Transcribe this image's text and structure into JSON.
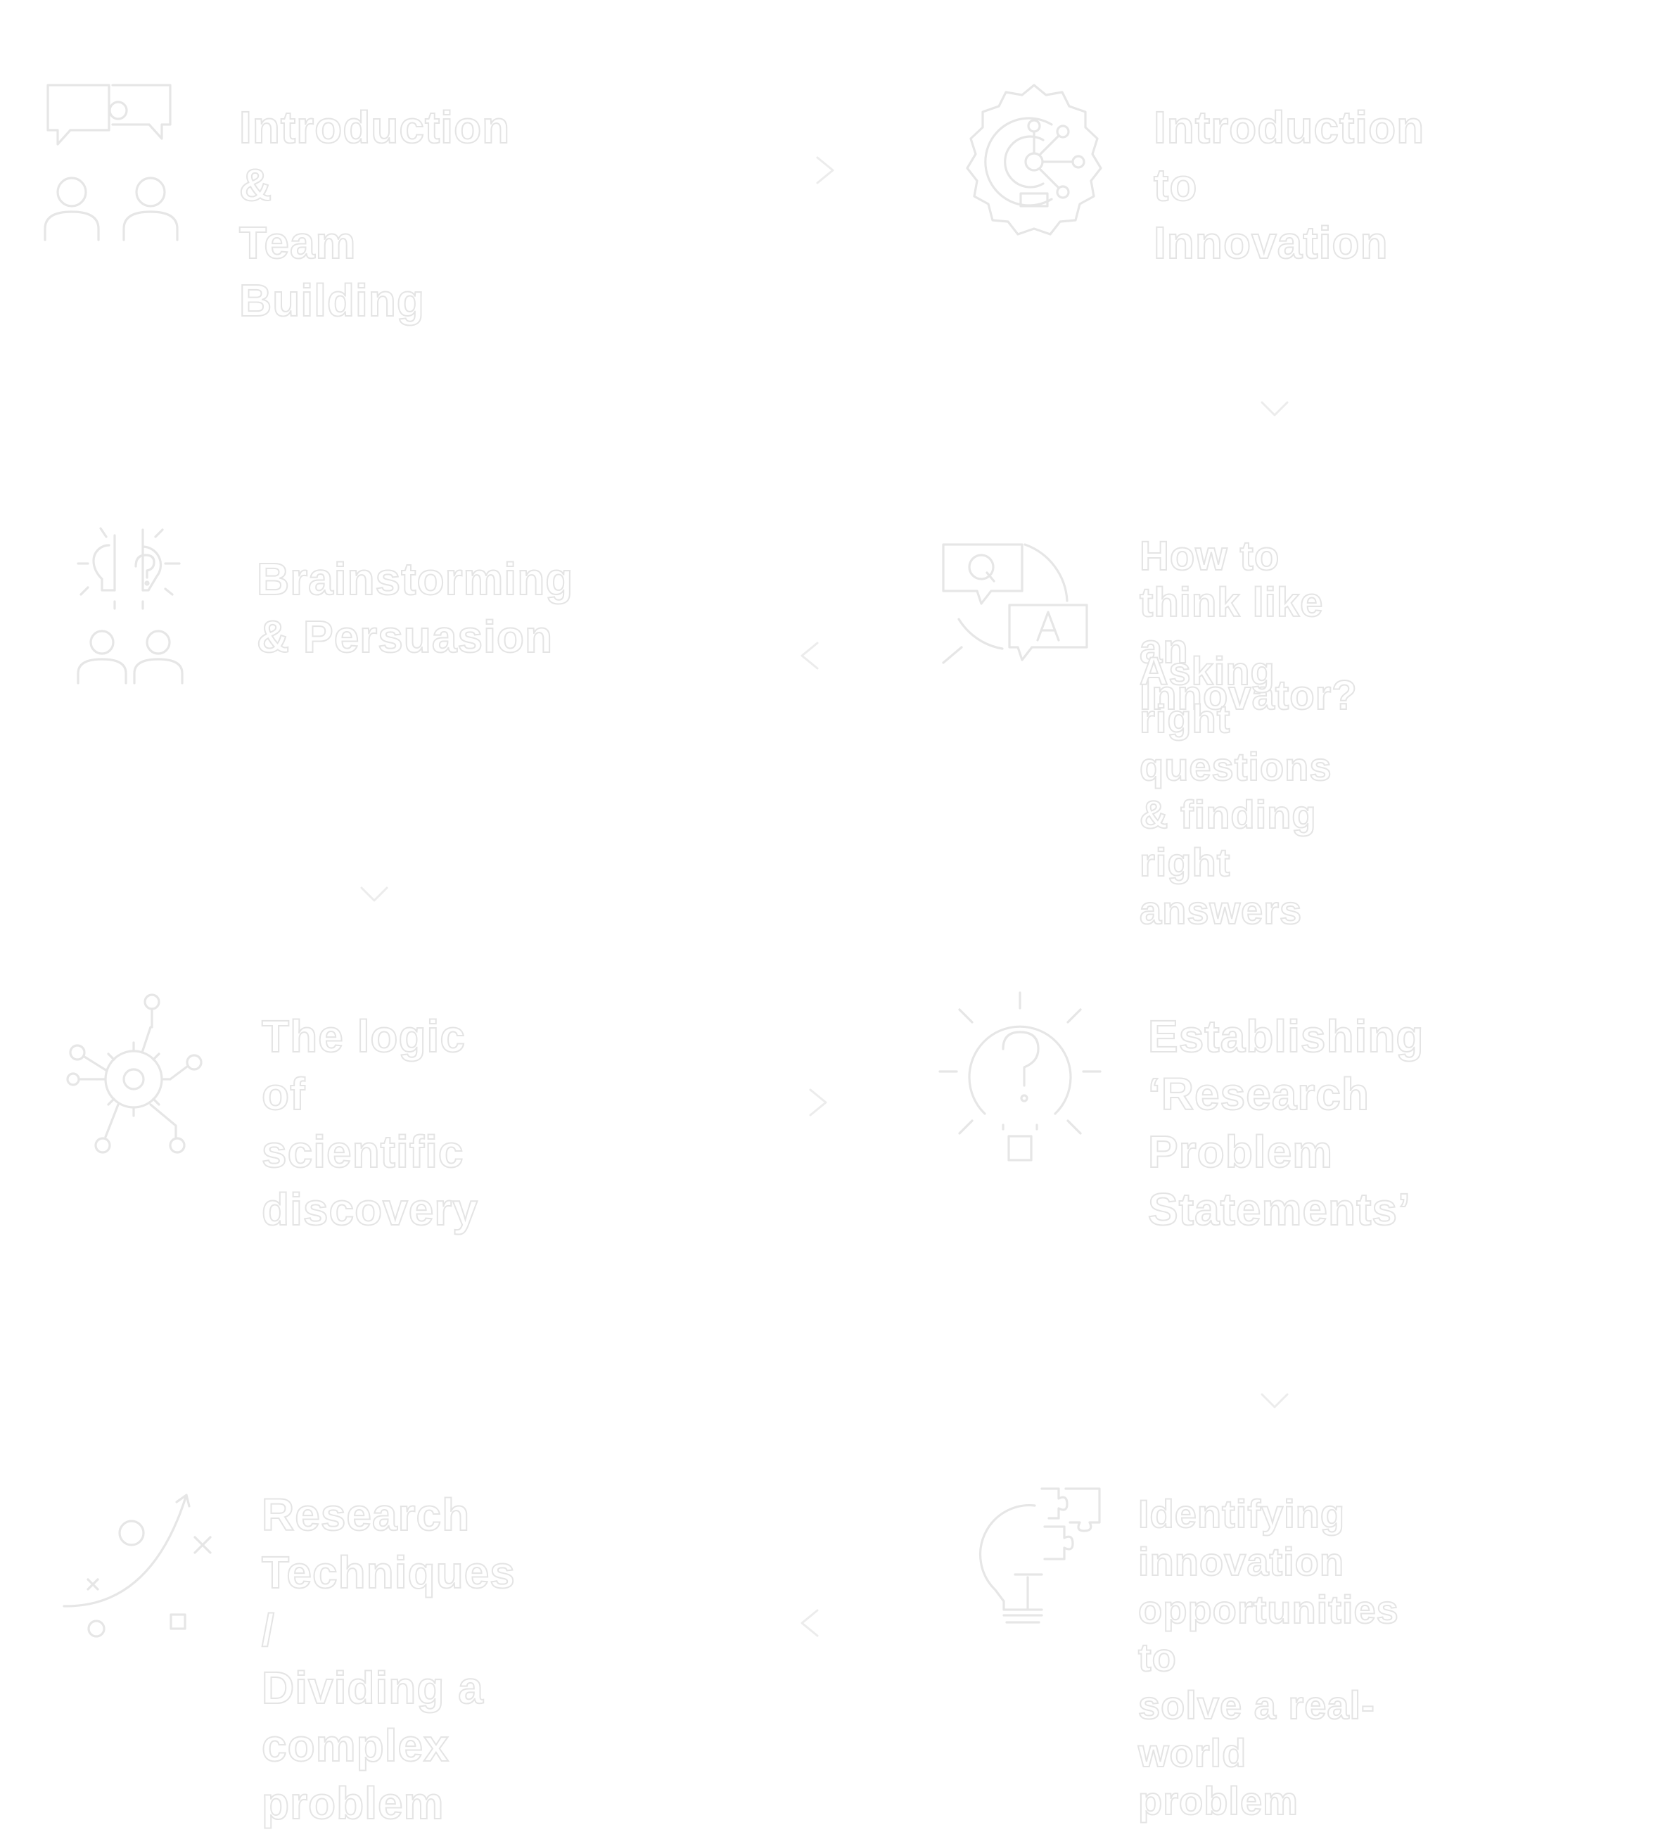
{
  "steps": [
    {
      "id": 1,
      "icon": "team-discussion-icon",
      "title": "Introduction &\nTeam Building"
    },
    {
      "id": 2,
      "icon": "innovation-gear-icon",
      "title": "Introduction\nto Innovation"
    },
    {
      "id": 3,
      "icon": "question-answer-icon",
      "title": "How to think like\nan Innovator?",
      "subtitle": "Asking right questions\n& finding right answers"
    },
    {
      "id": 4,
      "icon": "brainstorm-people-icon",
      "title": "Brainstorming\n& Persuasion"
    },
    {
      "id": 5,
      "icon": "network-gear-icon",
      "title": "The logic of\nscientific discovery"
    },
    {
      "id": 6,
      "icon": "lightbulb-question-icon",
      "title": "Establishing\n‘Research Problem\nStatements’"
    },
    {
      "id": 7,
      "icon": "puzzle-lightbulb-icon",
      "title": "Identifying\ninnovation\nopportunities to\nsolve a real-world\nproblem"
    },
    {
      "id": 8,
      "icon": "strategy-diagram-icon",
      "title": "Research\nTechniques /\nDividing a\ncomplex problem"
    }
  ],
  "flow": [
    "right",
    "down",
    "left",
    "down",
    "right",
    "down",
    "left"
  ],
  "colors": {
    "text_fill": "#ffffff",
    "text_outline": "#e4e4e4",
    "icon_stroke": "#e6e6e6",
    "arrow_stroke": "#ececec"
  }
}
